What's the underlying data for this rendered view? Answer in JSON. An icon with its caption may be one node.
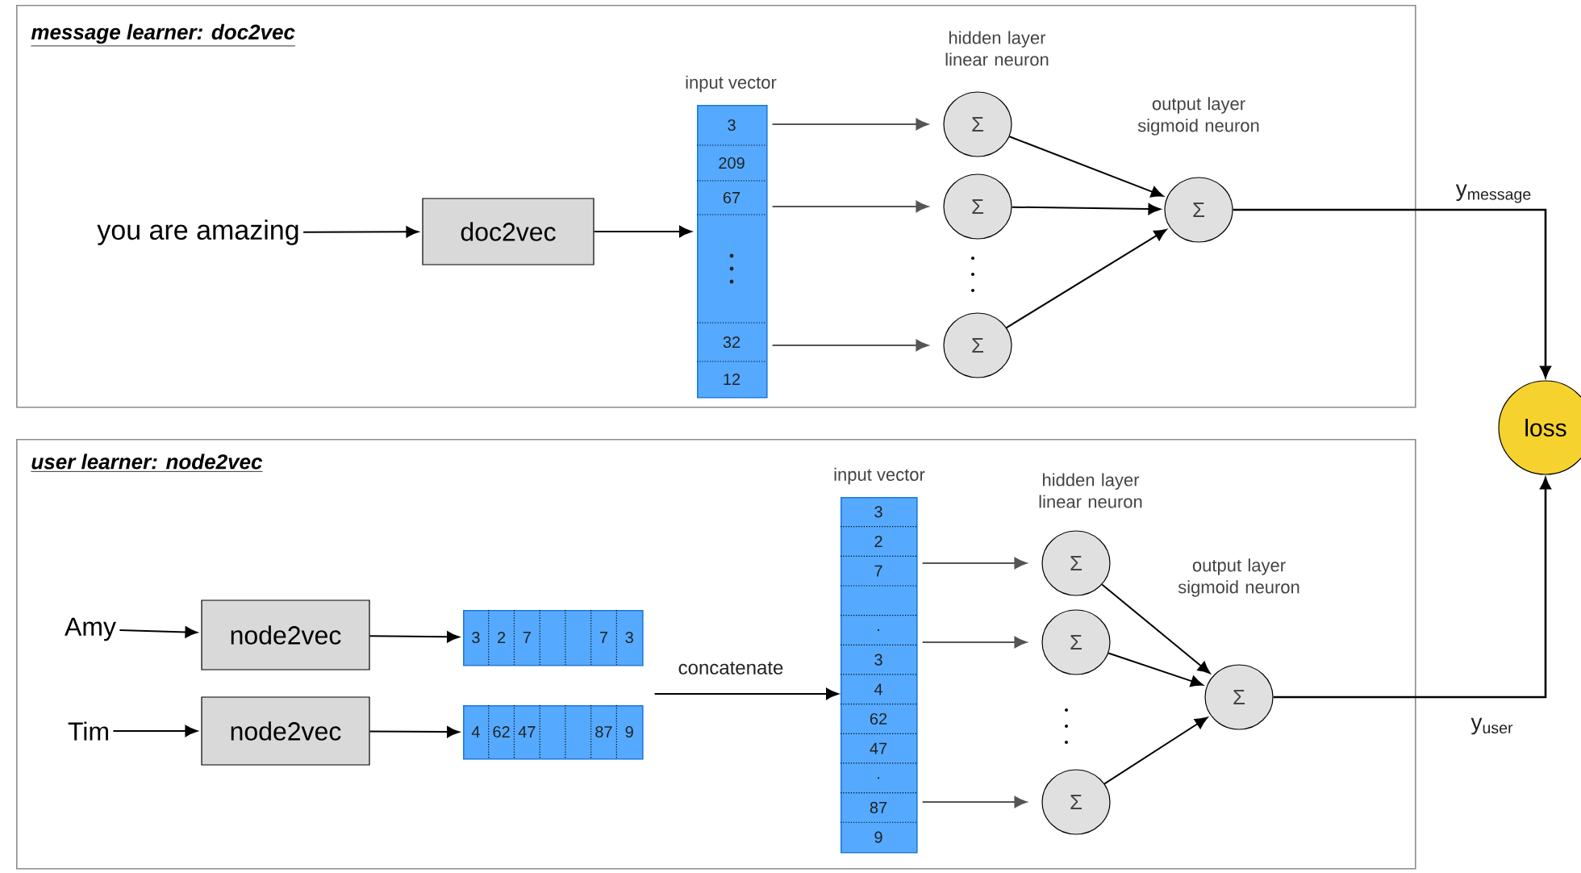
{
  "diagram": {
    "nodes": [
      {
        "text": [
          "message learner: doc2vec"
        ]
      },
      {
        "text": [
          "you are amazing"
        ],
        "in": 0
      },
      {
        "text": [
          "doc2vec"
        ],
        "in": 0
      },
      {
        "text": [
          "input vector",
          "3",
          "209",
          "67",
          "32",
          "12"
        ],
        "in": 0
      },
      {
        "text": [
          "Σ"
        ],
        "in": 0,
        "beside": [
          "hidden layer linear neuron"
        ]
      },
      {
        "text": [
          "Σ"
        ],
        "in": 0
      },
      {
        "text": [
          "Σ"
        ],
        "in": 0
      },
      {
        "text": [
          "Σ"
        ],
        "in": 0,
        "beside": [
          "output layer sigmoid neuron"
        ]
      },
      {
        "text": [
          "user learner: node2vec"
        ]
      },
      {
        "text": [
          "Amy"
        ],
        "in": 8
      },
      {
        "text": [
          "Tim"
        ],
        "in": 8
      },
      {
        "text": [
          "node2vec"
        ],
        "in": 8
      },
      {
        "text": [
          "node2vec"
        ],
        "in": 8
      },
      {
        "text": [
          "3",
          "2",
          "7",
          "7",
          "3"
        ],
        "in": 8
      },
      {
        "text": [
          "4",
          "62",
          "47",
          "87",
          "9"
        ],
        "in": 8
      },
      {
        "text": [
          "input vector",
          "3",
          "2",
          "7",
          ".",
          "3",
          "4",
          "62",
          "47",
          ".",
          "87",
          "9"
        ],
        "in": 8
      },
      {
        "text": [
          "Σ"
        ],
        "in": 8,
        "beside": [
          "hidden layer linear neuron"
        ]
      },
      {
        "text": [
          "Σ"
        ],
        "in": 8
      },
      {
        "text": [
          "Σ"
        ],
        "in": 8
      },
      {
        "text": [
          "Σ"
        ],
        "in": 8,
        "beside": [
          "output layer sigmoid neuron"
        ]
      },
      {
        "text": [
          "loss"
        ]
      }
    ],
    "edges": [
      {
        "from": 1,
        "to": 2,
        "arrow": "to"
      },
      {
        "from": 2,
        "to": 3,
        "arrow": "to"
      },
      {
        "from": 3,
        "to": 4,
        "arrow": "to",
        "color": "#555555"
      },
      {
        "from": 3,
        "to": 5,
        "arrow": "to",
        "color": "#555555"
      },
      {
        "from": 3,
        "to": 6,
        "arrow": "to",
        "color": "#555555"
      },
      {
        "from": 4,
        "to": 7,
        "arrow": "to"
      },
      {
        "from": 5,
        "to": 7,
        "arrow": "to"
      },
      {
        "from": 6,
        "to": 7,
        "arrow": "to"
      },
      {
        "from": 7,
        "to": 20,
        "arrow": "to",
        "label": "y$_{message}$"
      },
      {
        "from": 9,
        "to": 11,
        "arrow": "to"
      },
      {
        "from": 10,
        "to": 12,
        "arrow": "to"
      },
      {
        "from": 11,
        "to": 13,
        "arrow": "to"
      },
      {
        "from": 12,
        "to": 14,
        "arrow": "to"
      },
      {
        "from": 14,
        "to": 15,
        "arrow": "to",
        "label": "concatenate"
      },
      {
        "from": 15,
        "to": 16,
        "arrow": "to",
        "color": "#555555"
      },
      {
        "from": 15,
        "to": 17,
        "arrow": "to",
        "color": "#555555"
      },
      {
        "from": 15,
        "to": 18,
        "arrow": "to",
        "color": "#555555"
      },
      {
        "from": 16,
        "to": 19,
        "arrow": "to"
      },
      {
        "from": 17,
        "to": 19,
        "arrow": "to"
      },
      {
        "from": 18,
        "to": 19,
        "arrow": "to"
      },
      {
        "from": 19,
        "to": 20,
        "arrow": "to",
        "label": "y$_{user}$"
      }
    ]
  }
}
